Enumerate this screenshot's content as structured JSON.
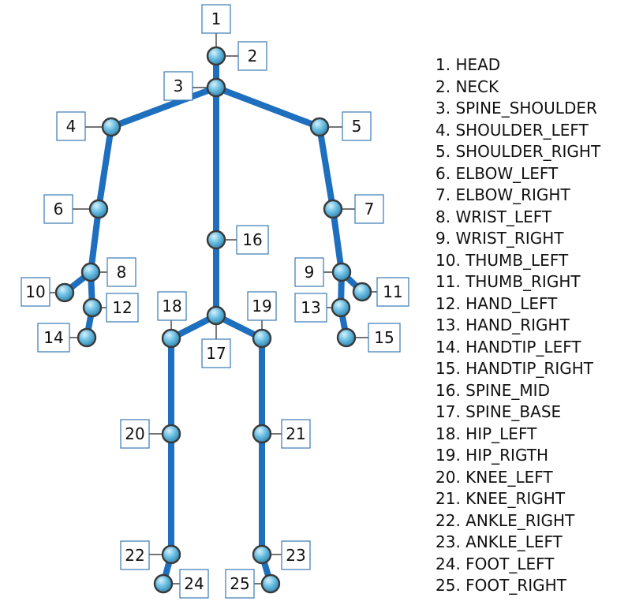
{
  "colors": {
    "bone": "#1f6fbf",
    "joint_light": "#9fd8f0",
    "joint_dark": "#2a7ea8",
    "label_border": "#3a78b3"
  },
  "joints": [
    {
      "id": "1",
      "name": "HEAD",
      "label": "1. HEAD"
    },
    {
      "id": "2",
      "name": "NECK",
      "label": "2. NECK"
    },
    {
      "id": "3",
      "name": "SPINE_SHOULDER",
      "label": "3. SPINE_SHOULDER"
    },
    {
      "id": "4",
      "name": "SHOULDER_LEFT",
      "label": "4. SHOULDER_LEFT"
    },
    {
      "id": "5",
      "name": "SHOULDER_RIGHT",
      "label": "5. SHOULDER_RIGHT"
    },
    {
      "id": "6",
      "name": "ELBOW_LEFT",
      "label": "6. ELBOW_LEFT"
    },
    {
      "id": "7",
      "name": "ELBOW_RIGHT",
      "label": "7. ELBOW_RIGHT"
    },
    {
      "id": "8",
      "name": "WRIST_LEFT",
      "label": "8. WRIST_LEFT"
    },
    {
      "id": "9",
      "name": "WRIST_RIGHT",
      "label": "9. WRIST_RIGHT"
    },
    {
      "id": "10",
      "name": "THUMB_LEFT",
      "label": "10. THUMB_LEFT"
    },
    {
      "id": "11",
      "name": "THUMB_RIGHT",
      "label": "11. THUMB_RIGHT"
    },
    {
      "id": "12",
      "name": "HAND_LEFT",
      "label": "12. HAND_LEFT"
    },
    {
      "id": "13",
      "name": "HAND_RIGHT",
      "label": "13. HAND_RIGHT"
    },
    {
      "id": "14",
      "name": "HANDTIP_LEFT",
      "label": "14. HANDTIP_LEFT"
    },
    {
      "id": "15",
      "name": "HANDTIP_RIGHT",
      "label": "15. HANDTIP_RIGHT"
    },
    {
      "id": "16",
      "name": "SPINE_MID",
      "label": "16. SPINE_MID"
    },
    {
      "id": "17",
      "name": "SPINE_BASE",
      "label": "17. SPINE_BASE"
    },
    {
      "id": "18",
      "name": "HIP_LEFT",
      "label": "18. HIP_LEFT"
    },
    {
      "id": "19",
      "name": "HIP_RIGTH",
      "label": "19. HIP_RIGTH"
    },
    {
      "id": "20",
      "name": "KNEE_LEFT",
      "label": "20. KNEE_LEFT"
    },
    {
      "id": "21",
      "name": "KNEE_RIGHT",
      "label": "21. KNEE_RIGHT"
    },
    {
      "id": "22",
      "name": "ANKLE_RIGHT",
      "label": "22. ANKLE_RIGHT"
    },
    {
      "id": "23",
      "name": "ANKLE_LEFT",
      "label": "23. ANKLE_LEFT"
    },
    {
      "id": "24",
      "name": "FOOT_LEFT",
      "label": "24. FOOT_LEFT"
    },
    {
      "id": "25",
      "name": "FOOT_RIGHT",
      "label": "25. FOOT_RIGHT"
    }
  ],
  "bones": [
    [
      "2",
      "3"
    ],
    [
      "3",
      "4"
    ],
    [
      "3",
      "5"
    ],
    [
      "3",
      "16"
    ],
    [
      "16",
      "17"
    ],
    [
      "4",
      "6"
    ],
    [
      "6",
      "8"
    ],
    [
      "8",
      "10"
    ],
    [
      "8",
      "12"
    ],
    [
      "12",
      "14"
    ],
    [
      "5",
      "7"
    ],
    [
      "7",
      "9"
    ],
    [
      "9",
      "11"
    ],
    [
      "9",
      "13"
    ],
    [
      "13",
      "15"
    ],
    [
      "17",
      "18"
    ],
    [
      "17",
      "19"
    ],
    [
      "18",
      "20"
    ],
    [
      "20",
      "22"
    ],
    [
      "22",
      "24"
    ],
    [
      "19",
      "21"
    ],
    [
      "21",
      "23"
    ],
    [
      "23",
      "25"
    ]
  ]
}
